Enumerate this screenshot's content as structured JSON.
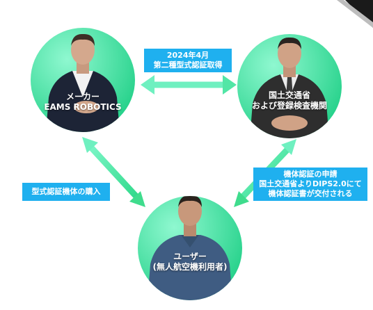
{
  "nodes": {
    "maker": {
      "line1": "メーカー",
      "line2": "EAMS ROBOTICS"
    },
    "ministry": {
      "line1": "国土交通省",
      "line2": "および登録検査機関"
    },
    "user": {
      "line1": "ユーザー",
      "line2": "(無人航空機利用者)"
    }
  },
  "labels": {
    "certification": {
      "line1": "2024年4月",
      "line2": "第二種型式認証取得"
    },
    "purchase": {
      "line1": "型式認証機体の購入"
    },
    "application": {
      "line1": "機体認証の申請",
      "line2": "国土交通省よりDIPS2.0にて",
      "line3": "機体認証書が交付される"
    }
  },
  "colors": {
    "gradient_light": "#7cf6c7",
    "gradient_dark": "#1fcf86",
    "arrow": "#46e28f",
    "tag_bg": "#1fb0ef"
  },
  "icons": [
    "double-arrow-icon",
    "person-maker-icon",
    "person-official-icon",
    "person-user-icon"
  ]
}
